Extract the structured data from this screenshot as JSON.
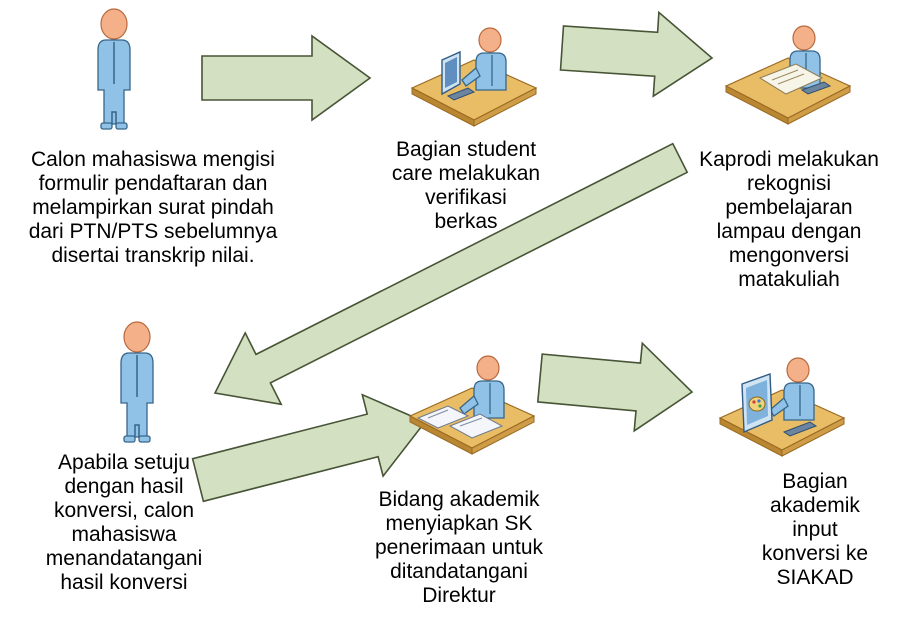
{
  "colors": {
    "arrow_fill": "#d4e0c2",
    "arrow_stroke": "#475436",
    "person_skin": "#f3b089",
    "person_body": "#8fc2e6",
    "person_outline": "#37658a",
    "desk": "#e9bc66",
    "desk_edge": "#9a6a22"
  },
  "steps": [
    {
      "id": "calon",
      "icon": "standing-person-icon",
      "lines": [
        "Calon mahasiswa mengisi",
        "formulir pendaftaran dan",
        "melampirkan surat pindah",
        "dari PTN/PTS sebelumnya",
        "disertai transkrip nilai."
      ]
    },
    {
      "id": "student-care",
      "icon": "person-at-computer-desk-icon",
      "lines": [
        "Bagian student",
        "care melakukan",
        "verifikasi",
        "berkas"
      ]
    },
    {
      "id": "kaprodi",
      "icon": "person-writing-at-desk-icon",
      "lines": [
        "Kaprodi melakukan",
        "rekognisi",
        "pembelajaran",
        "lampau dengan",
        "mengonversi",
        "matakuliah"
      ]
    },
    {
      "id": "setuju",
      "icon": "standing-person-icon",
      "lines": [
        "Apabila setuju",
        "dengan hasil",
        "konversi, calon",
        "mahasiswa",
        "menandatangani",
        "hasil konversi"
      ]
    },
    {
      "id": "bidang-akademik",
      "icon": "person-with-documents-desk-icon",
      "lines": [
        "Bidang akademik",
        "menyiapkan SK",
        "penerimaan untuk",
        "ditandatangani",
        "Direktur"
      ]
    },
    {
      "id": "bagian-akademik",
      "icon": "person-at-design-computer-icon",
      "lines": [
        "Bagian",
        "akademik",
        "input",
        "konversi ke",
        "SIAKAD"
      ]
    }
  ]
}
